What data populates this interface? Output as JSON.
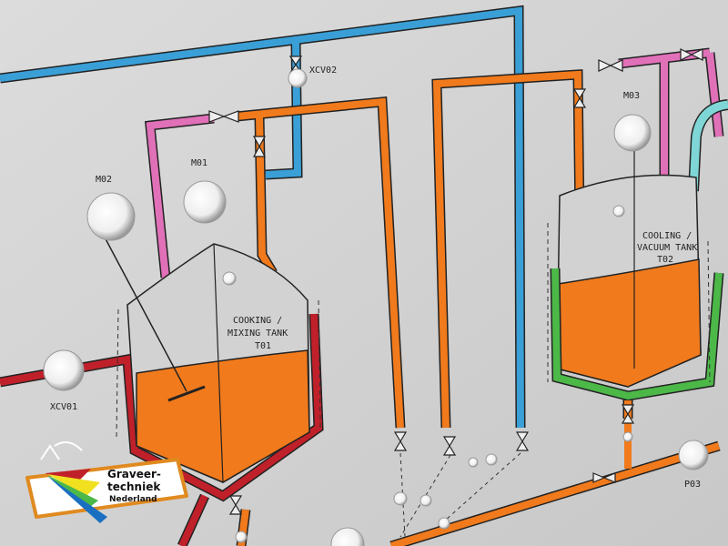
{
  "labels": {
    "xcv02": "XCV02",
    "m02": "M02",
    "m01": "M01",
    "t01_line1": "COOKING /",
    "t01_line2": "MIXING TANK",
    "t01_line3": "T01",
    "xcv01": "XCV01",
    "m03": "M03",
    "t02_line1": "COOLING /",
    "t02_line2": "VACUUM TANK",
    "t02_line3": "T02",
    "p03": "P03"
  },
  "logo": {
    "line1": "Graveer-",
    "line2": "techniek",
    "line3": "Nederland"
  },
  "colors": {
    "blue": "#3a9fd6",
    "orange": "#f07a1c",
    "pink": "#e070b8",
    "red": "#c0202a",
    "green": "#4cb848",
    "cyan": "#7fd6d6",
    "panel": "#d8d8d8"
  }
}
